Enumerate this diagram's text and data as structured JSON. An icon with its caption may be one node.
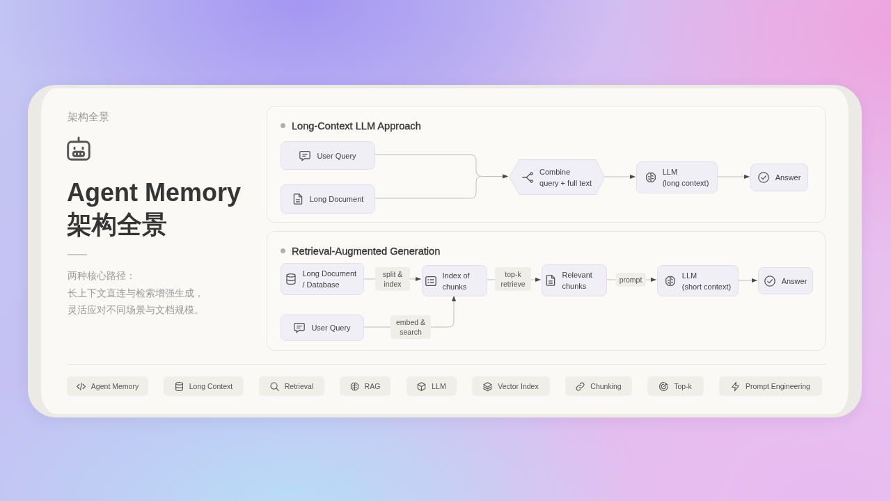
{
  "diagram": {
    "title": "Agent Memory 架构全景",
    "nodes": [
      {
        "text": [
          "Long-Context LLM Approach"
        ]
      },
      {
        "text": [
          "User Query"
        ],
        "in": 0
      },
      {
        "text": [
          "Long Document"
        ],
        "in": 0
      },
      {
        "text": [
          "Combine",
          "query + full text"
        ],
        "in": 0
      },
      {
        "text": [
          "LLM",
          "(long context)"
        ],
        "in": 0
      },
      {
        "text": [
          "Answer"
        ],
        "in": 0
      },
      {
        "text": [
          "Retrieval-Augmented Generation"
        ]
      },
      {
        "text": [
          "Long Document / Database"
        ],
        "in": 6
      },
      {
        "text": [
          "Index of chunks"
        ],
        "in": 6
      },
      {
        "text": [
          "Relevant chunks"
        ],
        "in": 6
      },
      {
        "text": [
          "LLM",
          "(short context)"
        ],
        "in": 6
      },
      {
        "text": [
          "Answer"
        ],
        "in": 6
      },
      {
        "text": [
          "User Query"
        ],
        "in": 6
      },
      {
        "text": [
          "Agent Memory"
        ]
      },
      {
        "text": [
          "Long Context"
        ]
      },
      {
        "text": [
          "Retrieval"
        ]
      },
      {
        "text": [
          "RAG"
        ]
      },
      {
        "text": [
          "LLM"
        ]
      },
      {
        "text": [
          "Vector Index"
        ]
      },
      {
        "text": [
          "Chunking"
        ]
      },
      {
        "text": [
          "Top-k"
        ]
      },
      {
        "text": [
          "Prompt Engineering"
        ]
      }
    ],
    "edges": [
      {
        "from": 1,
        "to": 3,
        "arrow": "to"
      },
      {
        "from": 2,
        "to": 3,
        "arrow": "to"
      },
      {
        "from": 3,
        "to": 4,
        "arrow": "to"
      },
      {
        "from": 4,
        "to": 5,
        "arrow": "to"
      },
      {
        "from": 7,
        "to": 8,
        "arrow": "to",
        "label": "split & index"
      },
      {
        "from": 8,
        "to": 9,
        "arrow": "to",
        "label": "top-k retrieve"
      },
      {
        "from": 9,
        "to": 10,
        "arrow": "to",
        "label": "prompt"
      },
      {
        "from": 10,
        "to": 11,
        "arrow": "to"
      },
      {
        "from": 12,
        "to": 8,
        "arrow": "to",
        "label": "embed & search"
      }
    ],
    "labels": [
      "架构全景",
      "两种核心路径：",
      "长上下文直连与检索增强生成，灵活应对不同场景与文档规模。"
    ]
  }
}
